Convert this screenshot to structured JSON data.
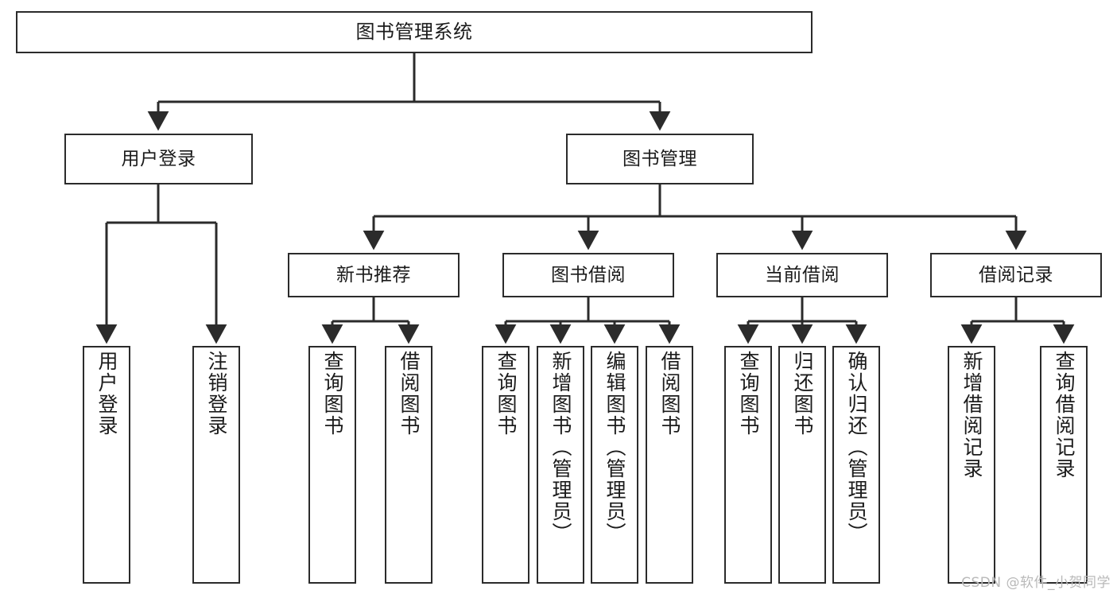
{
  "diagram": {
    "title": "图书管理系统",
    "type": "tree",
    "watermark": "CSDN @软件_小贺同学",
    "colors": {
      "stroke": "#2b2b2b",
      "fill": "#ffffff",
      "text": "#1b1b1b",
      "watermark": "#b9b9b9"
    },
    "levels": {
      "root": {
        "label": "图书管理系统"
      },
      "level2": [
        {
          "id": "user-login",
          "label": "用户登录"
        },
        {
          "id": "book-manage",
          "label": "图书管理"
        }
      ],
      "level3": [
        {
          "id": "new-book-rec",
          "label": "新书推荐"
        },
        {
          "id": "book-borrow",
          "label": "图书借阅"
        },
        {
          "id": "current-borrow",
          "label": "当前借阅"
        },
        {
          "id": "borrow-record",
          "label": "借阅记录"
        }
      ],
      "leaves": {
        "user-login": [
          {
            "id": "leaf-user-login",
            "label": "用户登录"
          },
          {
            "id": "leaf-user-logout",
            "label": "注销登录"
          }
        ],
        "new-book-rec": [
          {
            "id": "leaf-query-book-1",
            "label": "查询图书"
          },
          {
            "id": "leaf-borrow-book-1",
            "label": "借阅图书"
          }
        ],
        "book-borrow": [
          {
            "id": "leaf-query-book-2",
            "label": "查询图书"
          },
          {
            "id": "leaf-add-book",
            "label": "新增图书（管理员）"
          },
          {
            "id": "leaf-edit-book",
            "label": "编辑图书（管理员）"
          },
          {
            "id": "leaf-borrow-book-2",
            "label": "借阅图书"
          }
        ],
        "current-borrow": [
          {
            "id": "leaf-query-book-3",
            "label": "查询图书"
          },
          {
            "id": "leaf-return-book",
            "label": "归还图书"
          },
          {
            "id": "leaf-confirm-return",
            "label": "确认归还（管理员）"
          }
        ],
        "borrow-record": [
          {
            "id": "leaf-add-record",
            "label": "新增借阅记录"
          },
          {
            "id": "leaf-query-record",
            "label": "查询借阅记录"
          }
        ]
      }
    }
  }
}
